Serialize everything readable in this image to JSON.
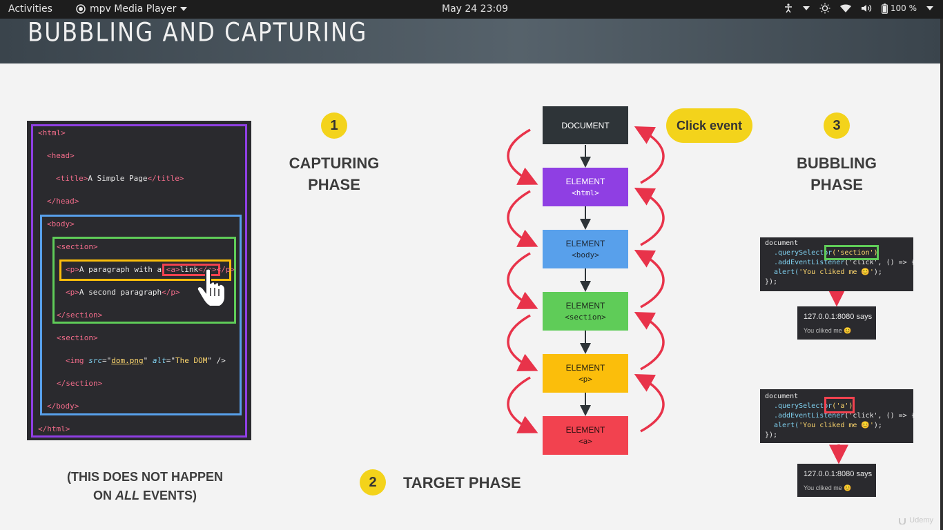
{
  "topbar": {
    "activities": "Activities",
    "app_name": "mpv Media Player",
    "clock": "May 24  23:09",
    "battery": "100 %"
  },
  "slide": {
    "title": "BUBBLING AND CAPTURING",
    "code": {
      "l1_tag": "<html>",
      "l2_tag": "<head>",
      "l3_open": "<title>",
      "l3_text": "A Simple Page",
      "l3_close": "</title>",
      "l4_tag": "</head>",
      "l5_tag": "<body>",
      "l6_tag": "<section>",
      "l7_open": "<p>",
      "l7_text": "A paragraph with a ",
      "l7_a_open": "<a>",
      "l7_link": "link",
      "l7_a_close": "</a>",
      "l7_close": "</p>",
      "l8_open": "<p>",
      "l8_text": "A second paragraph",
      "l8_close": "</p>",
      "l9_tag": "</section>",
      "l10_tag": "<section>",
      "l11_img": "<img ",
      "l11_src_attr": "src",
      "l11_eq1": "=\"",
      "l11_src_val": "dom.png",
      "l11_q1": "\" ",
      "l11_alt_attr": "alt",
      "l11_eq2": "=\"",
      "l11_alt_val": "The DOM",
      "l11_end": "\" />",
      "l12_tag": "</section>",
      "l13_tag": "</body>",
      "l14_tag": "</html>"
    },
    "phase1": {
      "number": "1",
      "line1": "CAPTURING",
      "line2": "PHASE"
    },
    "phase2": {
      "number": "2",
      "label": "TARGET PHASE"
    },
    "phase3": {
      "number": "3",
      "line1": "BUBBLING",
      "line2": "PHASE"
    },
    "click_event": "Click event",
    "note_line1": "(THIS DOES NOT HAPPEN",
    "note_line2a": "ON ",
    "note_line2b": "ALL",
    "note_line2c": " EVENTS)",
    "nodes": [
      {
        "label": "DOCUMENT",
        "sub": "",
        "color": "#2e3438",
        "text": "#ffffff"
      },
      {
        "label": "ELEMENT",
        "sub": "<html>",
        "color": "#8f3fe3",
        "text": "#ffffff"
      },
      {
        "label": "ELEMENT",
        "sub": "<body>",
        "color": "#58a0eb",
        "text": "#1e2a38"
      },
      {
        "label": "ELEMENT",
        "sub": "<section>",
        "color": "#5fcc58",
        "text": "#1e2a1e"
      },
      {
        "label": "ELEMENT",
        "sub": "<p>",
        "color": "#fbbe0b",
        "text": "#2a2310"
      },
      {
        "label": "ELEMENT",
        "sub": "<a>",
        "color": "#f2424f",
        "text": "#2a1010"
      }
    ],
    "snippet1": {
      "l1": "document",
      "l2a": ".querySelector",
      "l2b": "('section')",
      "l3a": ".addEventListener",
      "l3b": "('click', () => {",
      "l4a": "alert(",
      "l4b": "'You cliked me 😊'",
      "l4c": ");",
      "l5": "});"
    },
    "snippet2": {
      "l1": "document",
      "l2a": ".querySelector",
      "l2b": "('a')",
      "l3a": ".addEventListener",
      "l3b": "('click', () => {",
      "l4a": "alert(",
      "l4b": "'You cliked me 😊'",
      "l4c": ");",
      "l5": "});"
    },
    "alert1": {
      "title": "127.0.0.1:8080 says",
      "msg": "You cliked me 😊"
    },
    "alert2": {
      "title": "127.0.0.1:8080 says",
      "msg": "You cliked me 😊"
    },
    "watermark": "Udemy"
  }
}
